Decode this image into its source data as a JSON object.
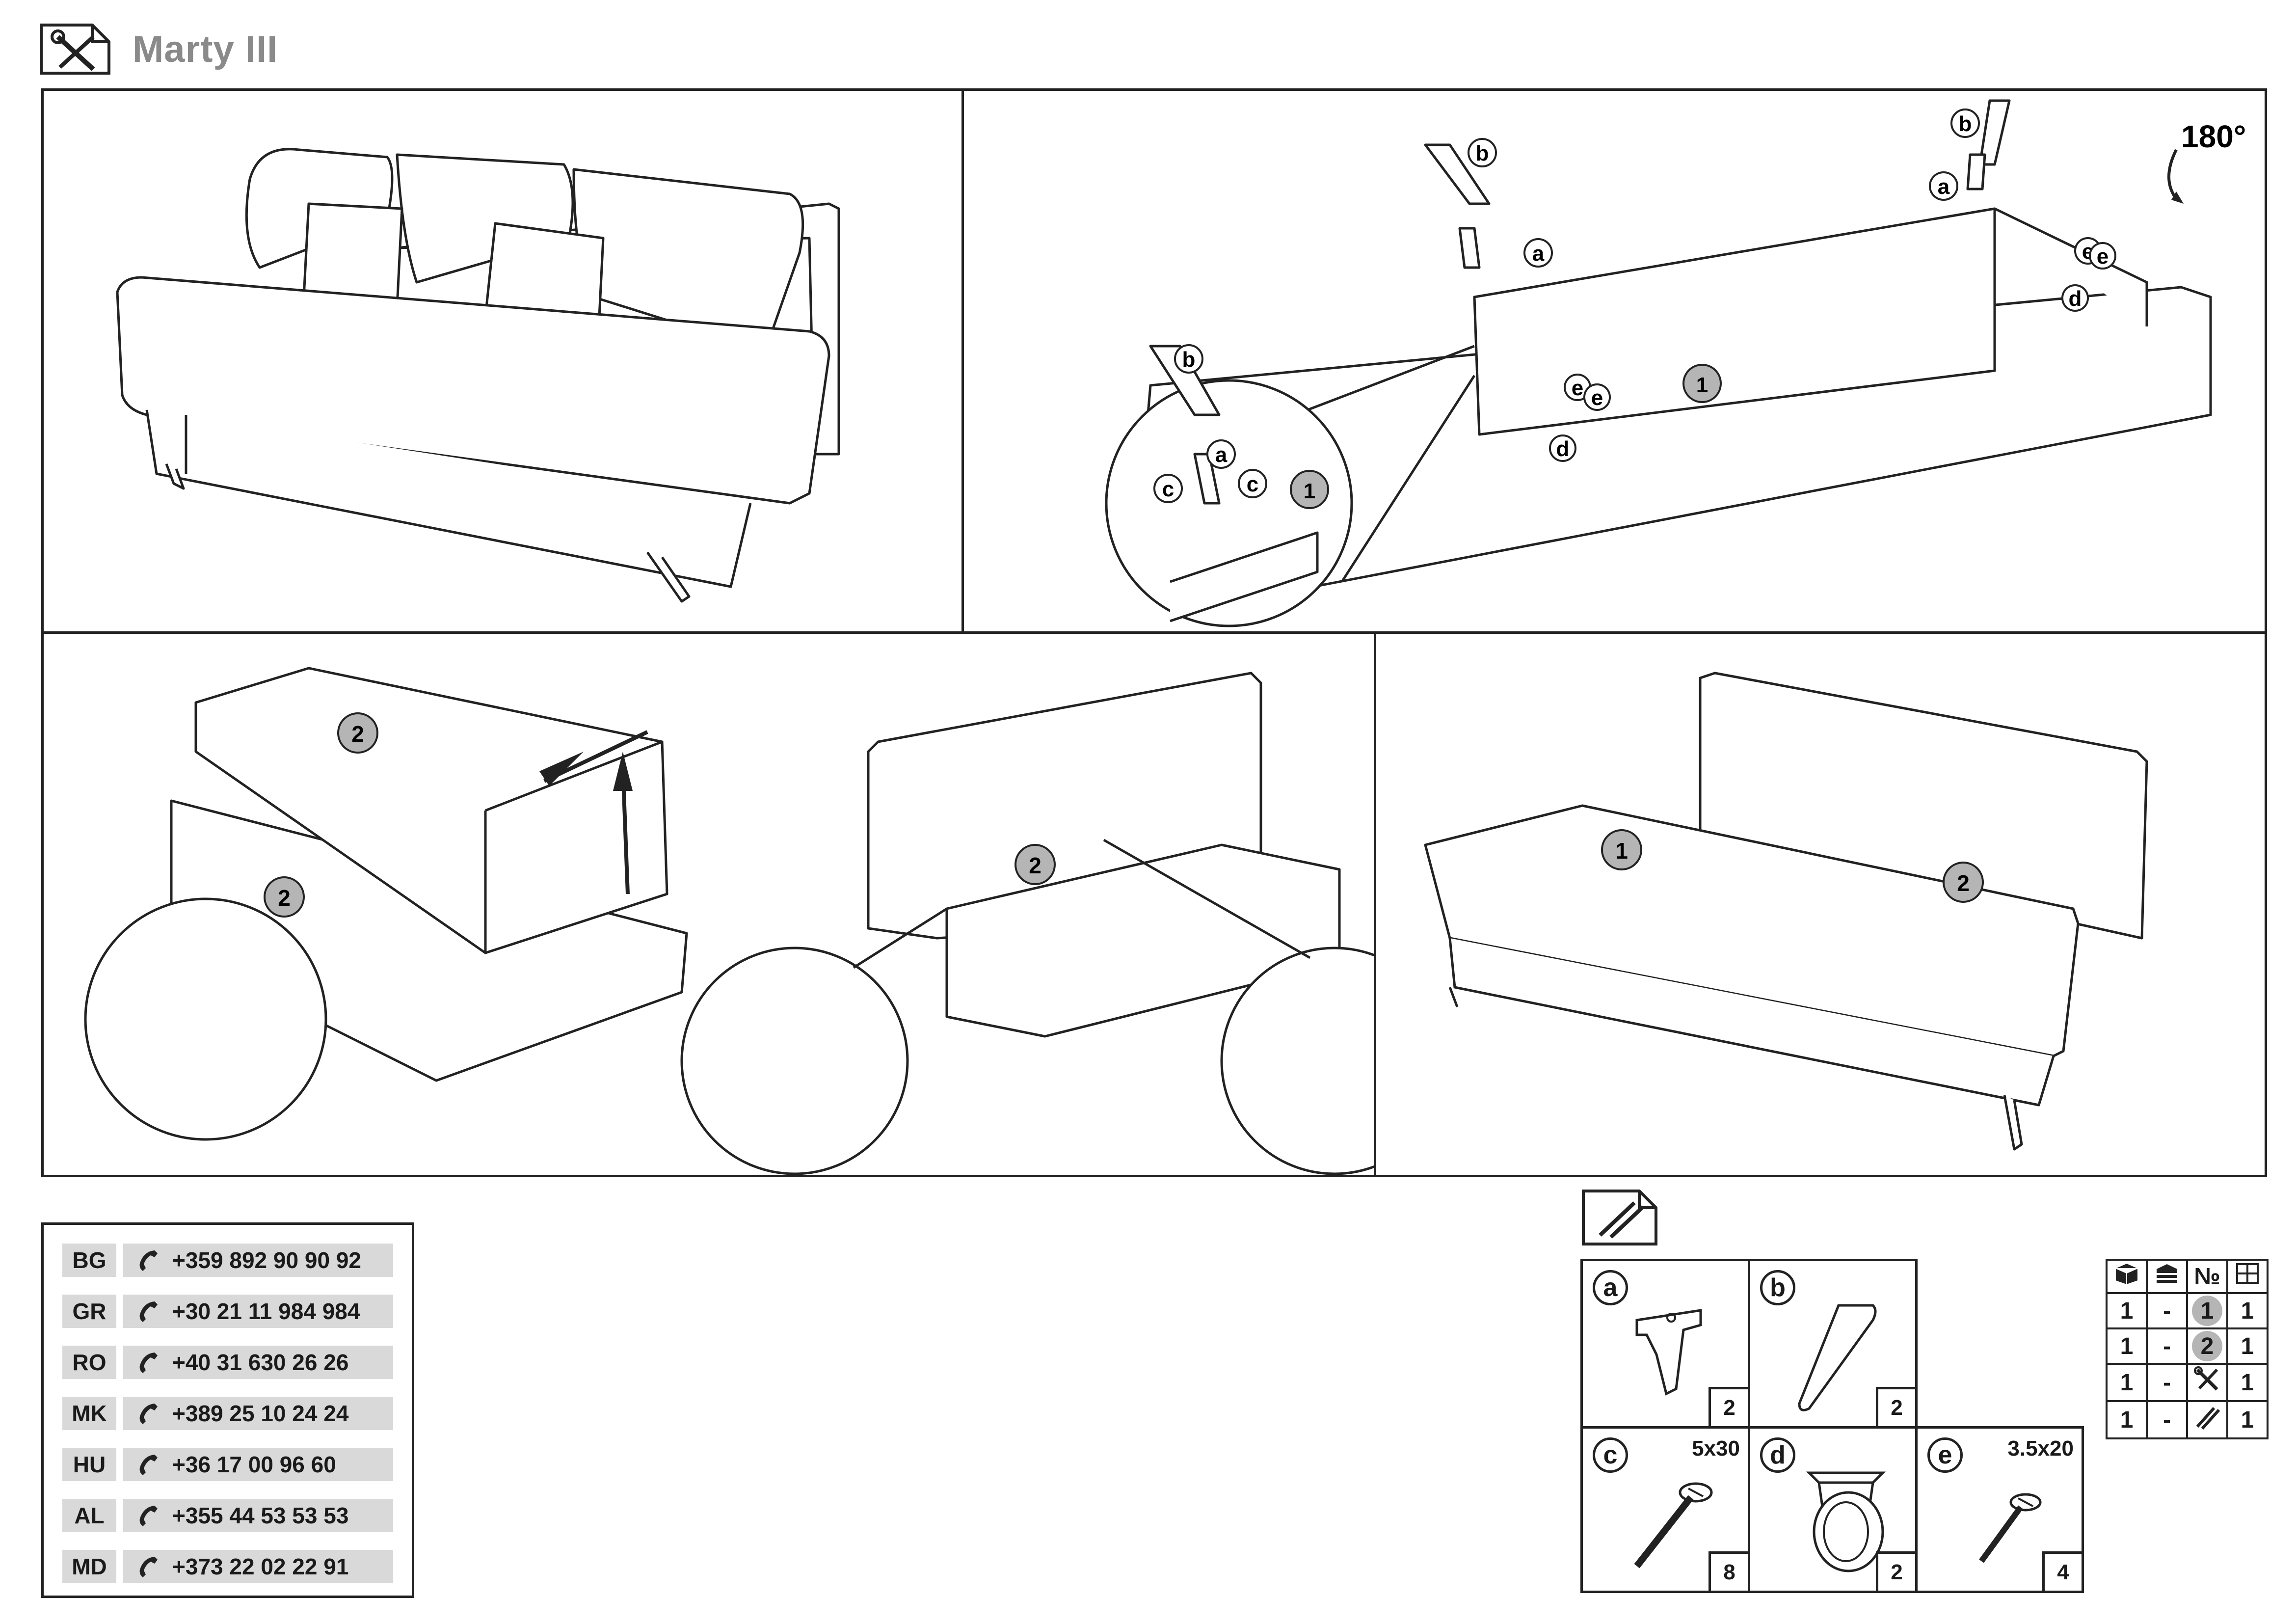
{
  "header": {
    "title": "Marty III",
    "icon": "tools-icon"
  },
  "step2": {
    "rotate_label": "180°",
    "labels": {
      "a": "a",
      "b": "b",
      "c": "c",
      "d": "d",
      "e": "e",
      "part1": "1"
    }
  },
  "step3": {
    "part2": "2"
  },
  "step4": {
    "part1": "1",
    "part2": "2"
  },
  "contacts": [
    {
      "country": "BG",
      "phone": "+359 892 90 90 92"
    },
    {
      "country": "GR",
      "phone": "+30 21 11 984 984"
    },
    {
      "country": "RO",
      "phone": "+40 31 630 26 26"
    },
    {
      "country": "MK",
      "phone": "+389 25 10 24 24"
    },
    {
      "country": "HU",
      "phone": "+36 17 00 96 60"
    },
    {
      "country": "AL",
      "phone": "+355 44 53 53 53"
    },
    {
      "country": "MD",
      "phone": "+373 22 02 22 91"
    }
  ],
  "hardware": {
    "icon": "hardware-bag-icon",
    "items": [
      {
        "letter": "a",
        "size": "",
        "qty": "2"
      },
      {
        "letter": "b",
        "size": "",
        "qty": "2"
      },
      {
        "letter": "c",
        "size": "5x30",
        "qty": "8"
      },
      {
        "letter": "d",
        "size": "",
        "qty": "2"
      },
      {
        "letter": "e",
        "size": "3.5x20",
        "qty": "4"
      }
    ]
  },
  "packages": {
    "header_no": "№",
    "rows": [
      {
        "boxes": "1",
        "dash": "-",
        "part": "1",
        "qty": "1"
      },
      {
        "boxes": "1",
        "dash": "-",
        "part": "2",
        "qty": "1"
      },
      {
        "boxes": "1",
        "dash": "-",
        "part": "tools",
        "qty": "1"
      },
      {
        "boxes": "1",
        "dash": "-",
        "part": "hardware",
        "qty": "1"
      }
    ]
  }
}
